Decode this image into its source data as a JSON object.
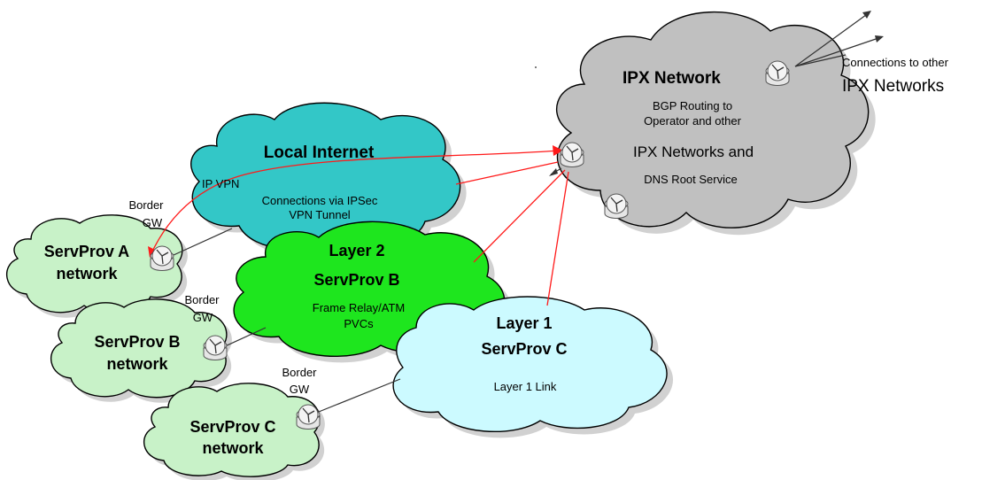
{
  "colors": {
    "ipx_cloud": "#c0c0c0",
    "local_internet_cloud": "#33c7c7",
    "layer2_cloud": "#1ee61e",
    "layer1_cloud": "#ccfaff",
    "servprov_cloud": "#c8f2c8",
    "red_link": "#ff1a1a",
    "black_link": "#333333"
  },
  "clouds": {
    "ipx": {
      "title": "IPX Network",
      "line1": "BGP Routing to",
      "line2": "Operator and other",
      "line3": "IPX Networks and",
      "line4": "DNS Root Service"
    },
    "local_internet": {
      "title": "Local Internet",
      "vpn_label": "IP VPN",
      "line1": "Connections via IPSec",
      "line2": "VPN Tunnel"
    },
    "layer2": {
      "title1": "Layer 2",
      "title2": "ServProv B",
      "line1": "Frame Relay/ATM",
      "line2": "PVCs"
    },
    "layer1": {
      "title1": "Layer 1",
      "title2": "ServProv C",
      "line1": "Layer 1 Link"
    },
    "servprov_a": {
      "line1": "ServProv A",
      "line2": "network"
    },
    "servprov_b": {
      "line1": "ServProv B",
      "line2": "network"
    },
    "servprov_c": {
      "line1": "ServProv C",
      "line2": "network"
    }
  },
  "labels": {
    "border_a_1": "Border",
    "border_a_2": "GW",
    "border_b_1": "Border",
    "border_b_2": "GW",
    "border_c_1": "Border",
    "border_c_2": "GW",
    "connections_line1": "Connections to other",
    "connections_line2": "IPX Networks"
  }
}
